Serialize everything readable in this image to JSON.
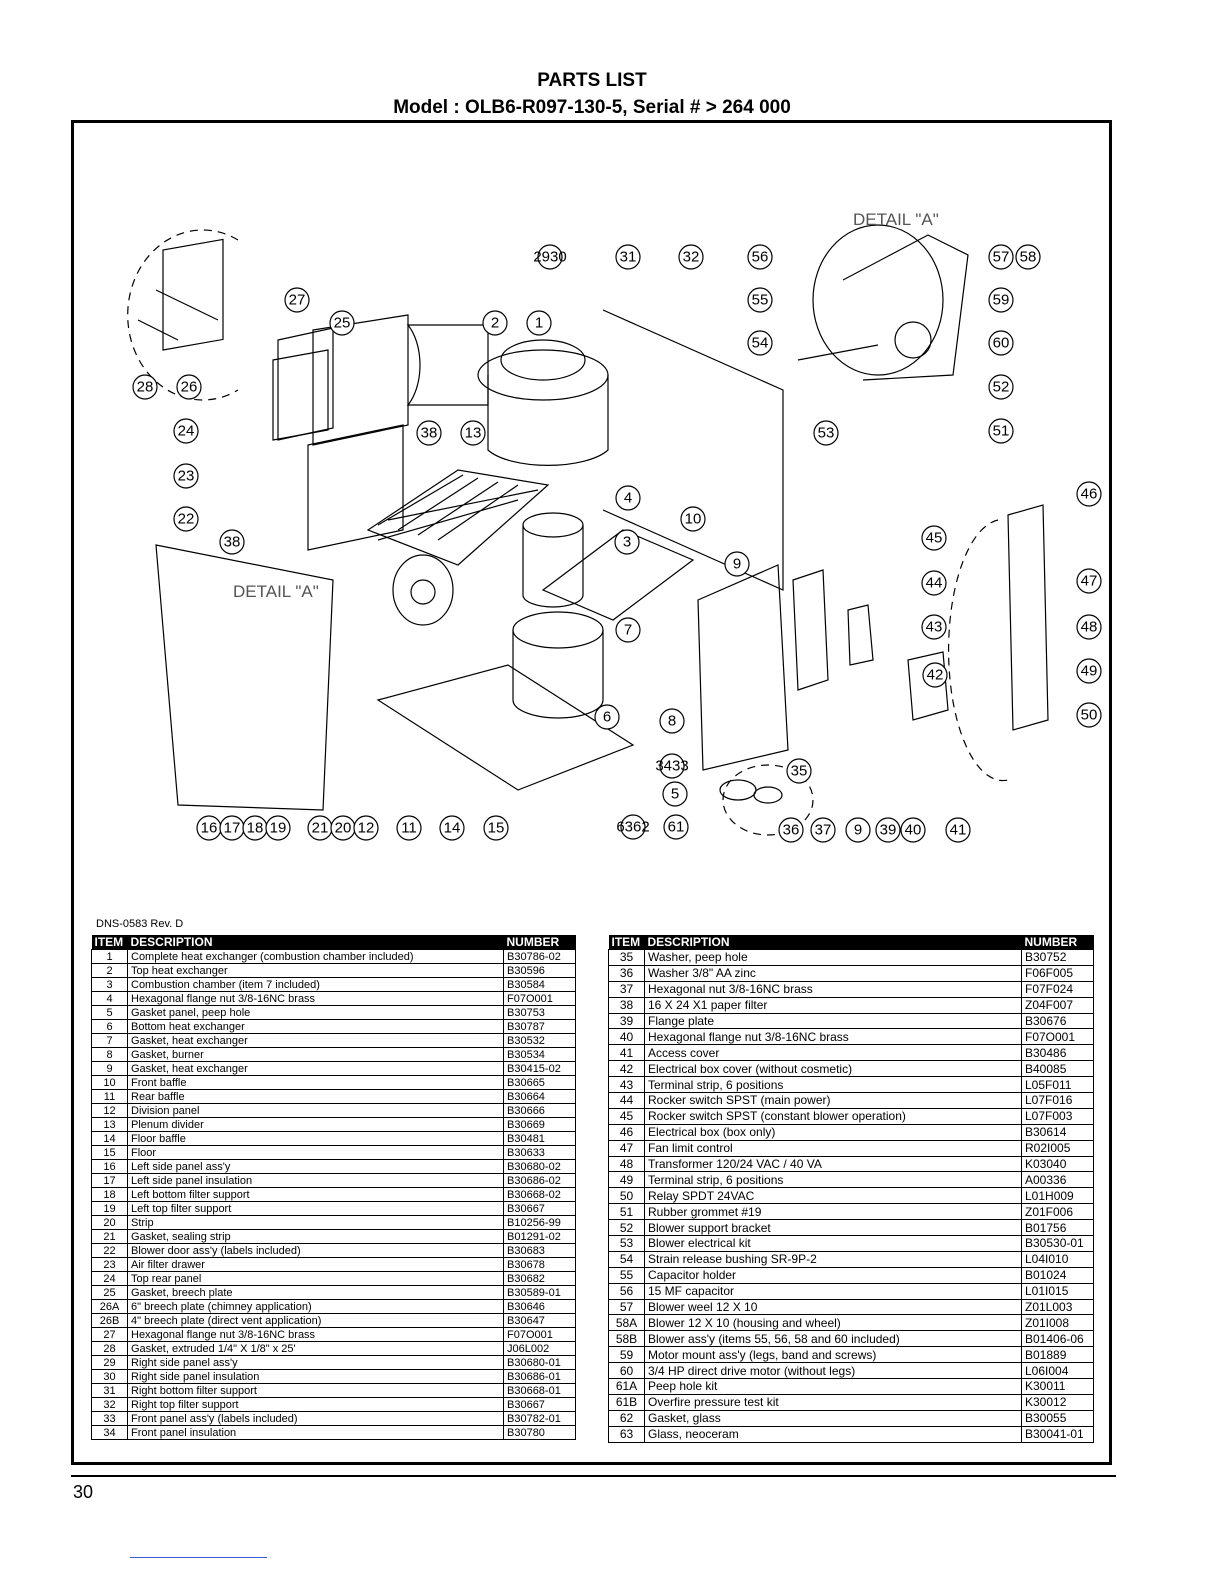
{
  "header": {
    "title": "PARTS LIST",
    "subtitle": "Model : OLB6-R097-130-5, Serial # > 264 000"
  },
  "diagram": {
    "detail_label_top": "DETAIL \"A\"",
    "detail_label_left": "DETAIL \"A\"",
    "callouts": [
      "27",
      "25",
      "28",
      "26",
      "24",
      "23",
      "22",
      "38",
      "2930",
      "2",
      "1",
      "31",
      "32",
      "13",
      "38",
      "4",
      "3",
      "10",
      "9",
      "7",
      "6",
      "8",
      "3433",
      "5",
      "35",
      "6362",
      "61",
      "36",
      "37",
      "9",
      "39",
      "40",
      "41",
      "42",
      "43",
      "44",
      "45",
      "46",
      "47",
      "48",
      "49",
      "50",
      "56",
      "55",
      "54",
      "53",
      "57",
      "58",
      "59",
      "60",
      "52",
      "51",
      "16",
      "17",
      "18",
      "19",
      "21",
      "20",
      "12",
      "11",
      "14",
      "15"
    ]
  },
  "doc_ref": "DNS-0583 Rev. D",
  "table_headers": {
    "item": "ITEM",
    "description": "DESCRIPTION",
    "number": "NUMBER"
  },
  "parts_left": [
    {
      "item": "1",
      "desc": "Complete heat exchanger (combustion chamber included)",
      "num": "B30786-02"
    },
    {
      "item": "2",
      "desc": "Top heat exchanger",
      "num": "B30596"
    },
    {
      "item": "3",
      "desc": "Combustion chamber (item 7 included)",
      "num": "B30584"
    },
    {
      "item": "4",
      "desc": "Hexagonal flange nut 3/8-16NC brass",
      "num": "F07O001"
    },
    {
      "item": "5",
      "desc": "Gasket panel, peep hole",
      "num": "B30753"
    },
    {
      "item": "6",
      "desc": "Bottom heat exchanger",
      "num": "B30787"
    },
    {
      "item": "7",
      "desc": "Gasket, heat exchanger",
      "num": "B30532"
    },
    {
      "item": "8",
      "desc": "Gasket, burner",
      "num": "B30534"
    },
    {
      "item": "9",
      "desc": "Gasket, heat exchanger",
      "num": "B30415-02"
    },
    {
      "item": "10",
      "desc": "Front baffle",
      "num": "B30665"
    },
    {
      "item": "11",
      "desc": "Rear baffle",
      "num": "B30664"
    },
    {
      "item": "12",
      "desc": "Division panel",
      "num": "B30666"
    },
    {
      "item": "13",
      "desc": "Plenum divider",
      "num": "B30669"
    },
    {
      "item": "14",
      "desc": "Floor baffle",
      "num": "B30481"
    },
    {
      "item": "15",
      "desc": "Floor",
      "num": "B30633"
    },
    {
      "item": "16",
      "desc": "Left side panel ass'y",
      "num": "B30680-02"
    },
    {
      "item": "17",
      "desc": "Left side panel insulation",
      "num": "B30686-02"
    },
    {
      "item": "18",
      "desc": "Left bottom filter support",
      "num": "B30668-02"
    },
    {
      "item": "19",
      "desc": "Left top filter support",
      "num": "B30667"
    },
    {
      "item": "20",
      "desc": "Strip",
      "num": "B10256-99"
    },
    {
      "item": "21",
      "desc": "Gasket, sealing strip",
      "num": "B01291-02"
    },
    {
      "item": "22",
      "desc": "Blower door ass'y (labels included)",
      "num": "B30683"
    },
    {
      "item": "23",
      "desc": "Air filter drawer",
      "num": "B30678"
    },
    {
      "item": "24",
      "desc": "Top rear panel",
      "num": "B30682"
    },
    {
      "item": "25",
      "desc": "Gasket, breech plate",
      "num": "B30589-01"
    },
    {
      "item": "26A",
      "desc": "6\" breech plate (chimney application)",
      "num": "B30646"
    },
    {
      "item": "26B",
      "desc": "4\" breech plate (direct vent application)",
      "num": "B30647"
    },
    {
      "item": "27",
      "desc": "Hexagonal flange nut 3/8-16NC brass",
      "num": "F07O001"
    },
    {
      "item": "28",
      "desc": "Gasket, extruded 1/4\" X 1/8\" x 25'",
      "num": "J06L002"
    },
    {
      "item": "29",
      "desc": "Right side panel ass'y",
      "num": "B30680-01"
    },
    {
      "item": "30",
      "desc": "Right side panel insulation",
      "num": "B30686-01"
    },
    {
      "item": "31",
      "desc": "Right bottom filter support",
      "num": "B30668-01"
    },
    {
      "item": "32",
      "desc": "Right top filter support",
      "num": "B30667"
    },
    {
      "item": "33",
      "desc": "Front panel ass'y (labels included)",
      "num": "B30782-01"
    },
    {
      "item": "34",
      "desc": "Front panel insulation",
      "num": "B30780"
    }
  ],
  "parts_right": [
    {
      "item": "35",
      "desc": "Washer, peep hole",
      "num": "B30752"
    },
    {
      "item": "36",
      "desc": "Washer 3/8\" AA zinc",
      "num": "F06F005"
    },
    {
      "item": "37",
      "desc": "Hexagonal nut 3/8-16NC brass",
      "num": "F07F024"
    },
    {
      "item": "38",
      "desc": "16 X 24 X1 paper filter",
      "num": "Z04F007"
    },
    {
      "item": "39",
      "desc": "Flange plate",
      "num": "B30676"
    },
    {
      "item": "40",
      "desc": "Hexagonal flange nut 3/8-16NC brass",
      "num": "F07O001"
    },
    {
      "item": "41",
      "desc": "Access cover",
      "num": "B30486"
    },
    {
      "item": "42",
      "desc": "Electrical box cover  (without cosmetic)",
      "num": "B40085"
    },
    {
      "item": "43",
      "desc": "Terminal strip, 6 positions",
      "num": "L05F011"
    },
    {
      "item": "44",
      "desc": "Rocker switch SPST (main power)",
      "num": "L07F016"
    },
    {
      "item": "45",
      "desc": "Rocker switch SPST (constant blower operation)",
      "num": "L07F003"
    },
    {
      "item": "46",
      "desc": "Electrical box (box only)",
      "num": "B30614"
    },
    {
      "item": "47",
      "desc": "Fan limit control",
      "num": "R02I005"
    },
    {
      "item": "48",
      "desc": "Transformer 120/24 VAC / 40 VA",
      "num": "K03040"
    },
    {
      "item": "49",
      "desc": "Terminal strip, 6 positions",
      "num": "A00336"
    },
    {
      "item": "50",
      "desc": "Relay SPDT 24VAC",
      "num": "L01H009"
    },
    {
      "item": "51",
      "desc": "Rubber grommet #19",
      "num": "Z01F006"
    },
    {
      "item": "52",
      "desc": "Blower support bracket",
      "num": "B01756"
    },
    {
      "item": "53",
      "desc": "Blower electrical kit",
      "num": "B30530-01"
    },
    {
      "item": "54",
      "desc": "Strain release bushing SR-9P-2",
      "num": "L04I010"
    },
    {
      "item": "55",
      "desc": "Capacitor holder",
      "num": "B01024"
    },
    {
      "item": "56",
      "desc": "15 MF capacitor",
      "num": "L01I015"
    },
    {
      "item": "57",
      "desc": "Blower weel 12 X 10",
      "num": "Z01L003"
    },
    {
      "item": "58A",
      "desc": "Blower 12 X 10 (housing and wheel)",
      "num": "Z01I008"
    },
    {
      "item": "58B",
      "desc": "Blower ass'y (items 55, 56, 58 and 60 included)",
      "num": "B01406-06"
    },
    {
      "item": "59",
      "desc": "Motor mount ass'y (legs, band and screws)",
      "num": "B01889"
    },
    {
      "item": "60",
      "desc": "3/4 HP direct drive motor (without legs)",
      "num": "L06I004"
    },
    {
      "item": "61A",
      "desc": "Peep hole kit",
      "num": "K30011"
    },
    {
      "item": "61B",
      "desc": "Overfire pressure test kit",
      "num": "K30012"
    },
    {
      "item": "62",
      "desc": "Gasket, glass",
      "num": "B30055"
    },
    {
      "item": "63",
      "desc": "Glass, neoceram",
      "num": "B30041-01"
    }
  ],
  "page_number": "30"
}
